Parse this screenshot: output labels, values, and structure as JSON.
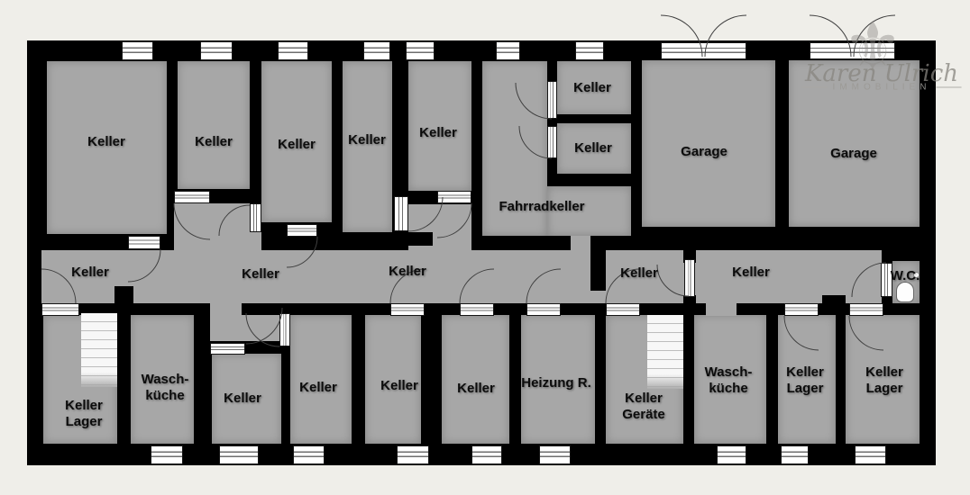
{
  "colors": {
    "background": "#efeee9",
    "room": "#a7a7a7",
    "wall": "#000000",
    "opening": "#ffffff",
    "arc": "#3f3f3f",
    "label": "#0c0c0c",
    "watermark": "#8e8c88"
  },
  "rooms": [
    {
      "name": "keller-top-1",
      "label": "Keller"
    },
    {
      "name": "keller-top-2",
      "label": "Keller"
    },
    {
      "name": "keller-top-3",
      "label": "Keller"
    },
    {
      "name": "keller-top-4",
      "label": "Keller"
    },
    {
      "name": "keller-top-5",
      "label": "Keller"
    },
    {
      "name": "keller-small-1",
      "label": "Keller"
    },
    {
      "name": "keller-small-2",
      "label": "Keller"
    },
    {
      "name": "fahrradkeller",
      "label": "Fahrradkeller"
    },
    {
      "name": "garage-1",
      "label": "Garage"
    },
    {
      "name": "garage-2",
      "label": "Garage"
    },
    {
      "name": "keller-corridor-west",
      "label": "Keller"
    },
    {
      "name": "keller-corridor-1",
      "label": "Keller"
    },
    {
      "name": "keller-corridor-2",
      "label": "Keller"
    },
    {
      "name": "keller-corridor-3",
      "label": "Keller"
    },
    {
      "name": "keller-corridor-east",
      "label": "Keller"
    },
    {
      "name": "wc",
      "label": "W.C."
    },
    {
      "name": "keller-lager-1",
      "label": "Keller Lager"
    },
    {
      "name": "waschkueche-1",
      "label": "Wasch-küche"
    },
    {
      "name": "keller-bottom-1",
      "label": "Keller"
    },
    {
      "name": "keller-bottom-2",
      "label": "Keller"
    },
    {
      "name": "keller-bottom-3",
      "label": "Keller"
    },
    {
      "name": "keller-bottom-4",
      "label": "Keller"
    },
    {
      "name": "heizung-raum",
      "label": "Heizung R."
    },
    {
      "name": "keller-geraete",
      "label": "Keller Geräte"
    },
    {
      "name": "waschkueche-2",
      "label": "Wasch-küche"
    },
    {
      "name": "keller-lager-2",
      "label": "Keller Lager"
    },
    {
      "name": "keller-lager-3",
      "label": "Keller Lager"
    }
  ],
  "watermark": {
    "brand": "Karen Ulrich",
    "subtitle": "IMMOBILIEN",
    "icon_glyph": "⚜"
  }
}
